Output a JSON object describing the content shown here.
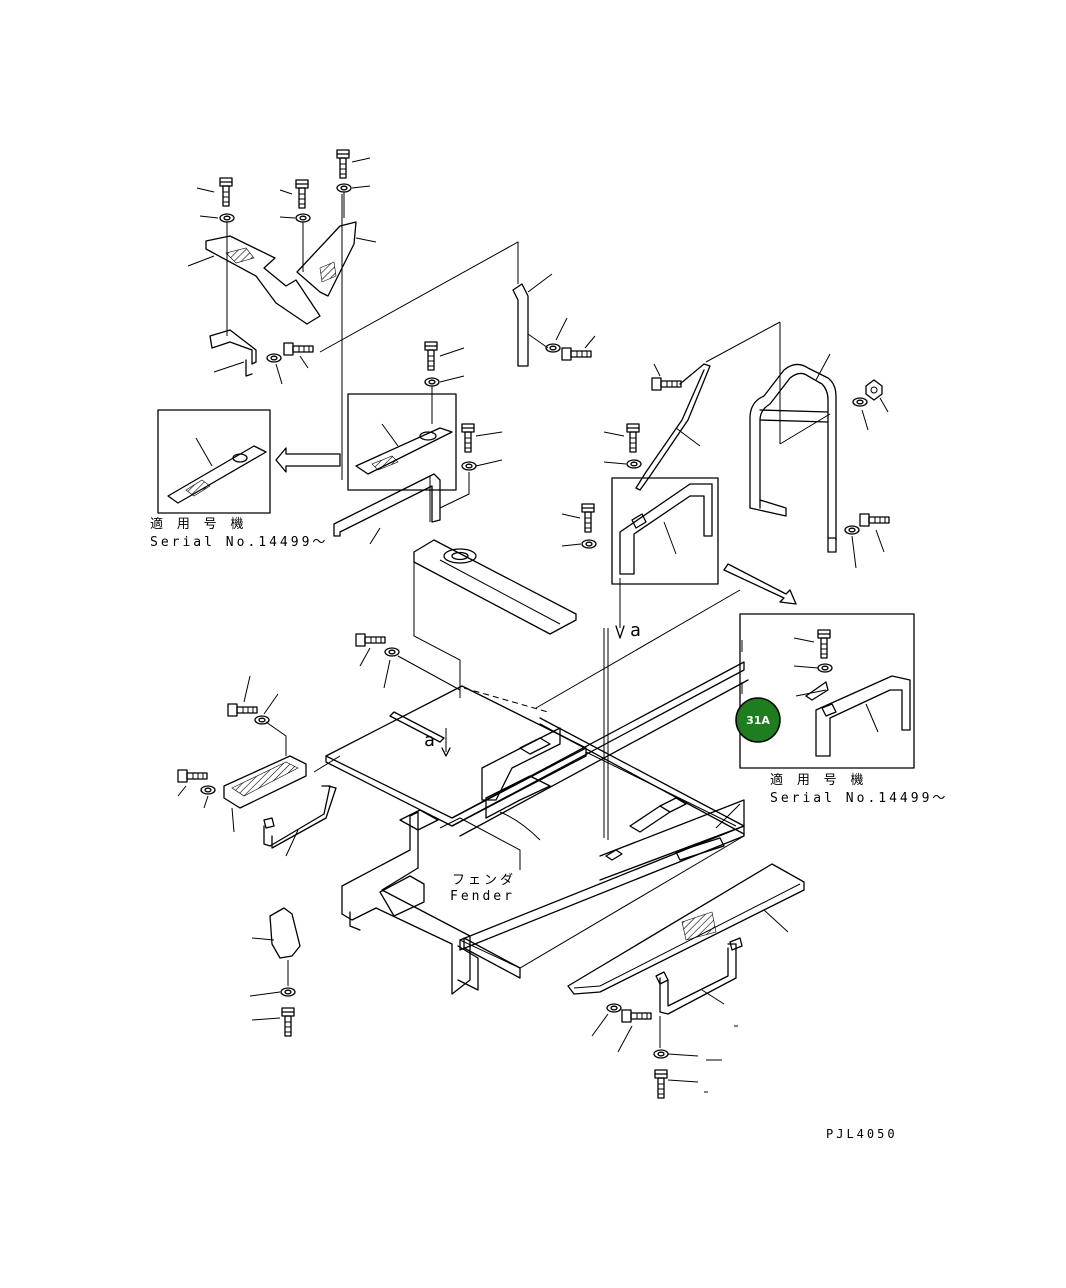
{
  "diagram": {
    "inset_left": {
      "line1": "適 用 号 機",
      "line2": "Serial No.14499～"
    },
    "inset_right": {
      "line1": "適 用 号 機",
      "line2": "Serial No.14499～"
    },
    "fender_jp": "フェンダ",
    "fender_en": "Fender",
    "view_mark_1": "a",
    "view_mark_2": "a",
    "callout": {
      "label": "31A",
      "color": "#1e7d1e"
    },
    "drawing_number": "PJL4050"
  }
}
